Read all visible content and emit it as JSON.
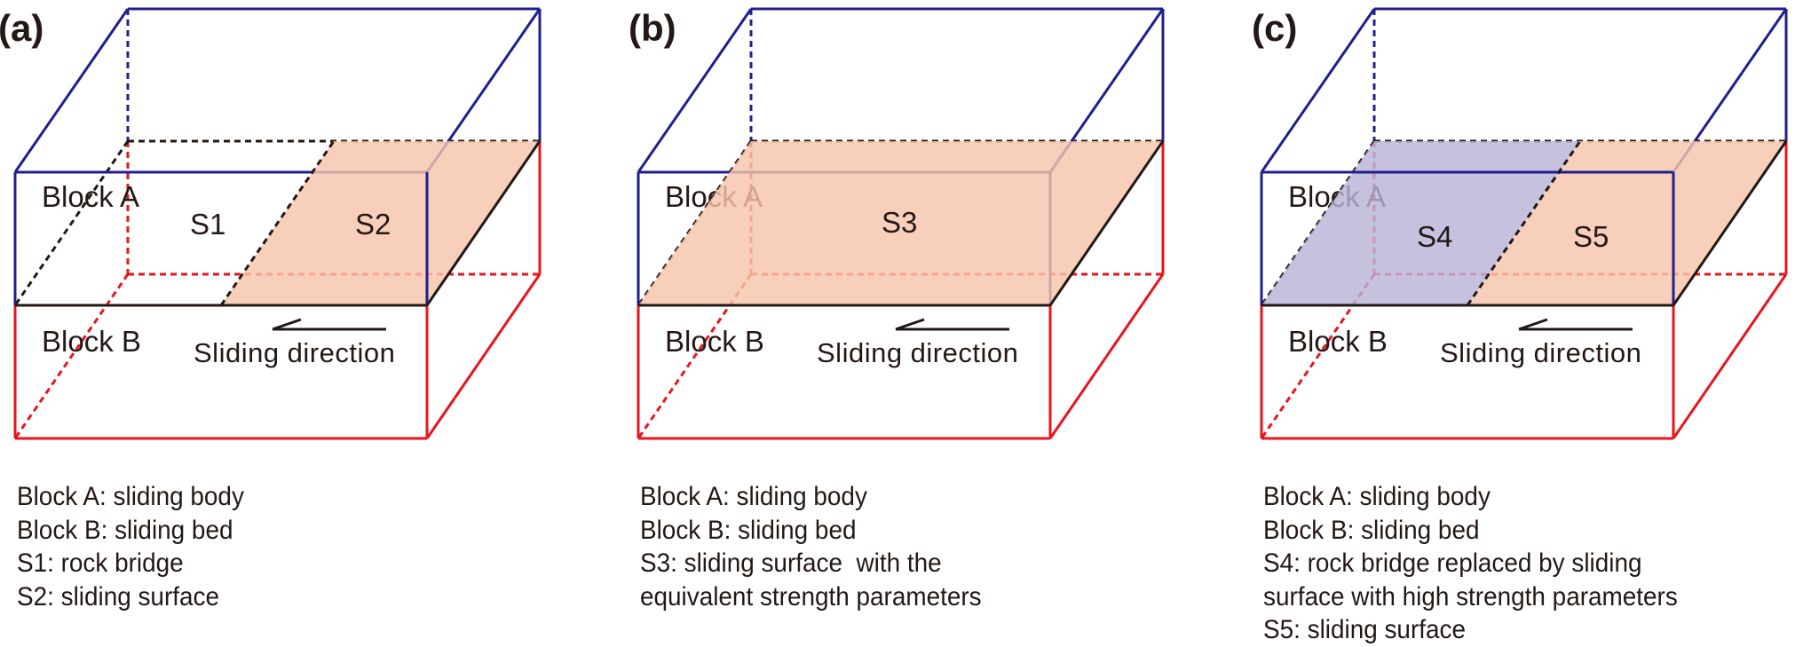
{
  "figure": {
    "colors": {
      "block_a_edge": "#1f1f8f",
      "block_b_edge": "#e8141c",
      "surface_edge": "#231815",
      "sliding_surface_fill": "#f7c4ab",
      "rock_bridge_replaced_fill": "#b8b3d8",
      "text": "#231815"
    },
    "panels": [
      {
        "id": "a",
        "label": "(a)",
        "block_a_label": "Block A",
        "block_b_label": "Block B",
        "direction_label": "Sliding direction",
        "surfaces": [
          {
            "name": "S1",
            "fill": "none",
            "from": 0.0,
            "to": 0.5
          },
          {
            "name": "S2",
            "fill": "sliding_surface_fill",
            "from": 0.5,
            "to": 1.0
          }
        ],
        "legend": [
          "Block A: sliding body",
          "Block B: sliding bed",
          "S1: rock bridge",
          "S2: sliding surface"
        ]
      },
      {
        "id": "b",
        "label": "(b)",
        "block_a_label": "Block A",
        "block_b_label": "Block B",
        "direction_label": "Sliding direction",
        "surfaces": [
          {
            "name": "S3",
            "fill": "sliding_surface_fill",
            "from": 0.0,
            "to": 1.0
          }
        ],
        "legend": [
          "Block A: sliding body",
          "Block B: sliding bed",
          "S3: sliding surface  with the",
          "equivalent strength parameters"
        ]
      },
      {
        "id": "c",
        "label": "(c)",
        "block_a_label": "Block A",
        "block_b_label": "Block B",
        "direction_label": "Sliding direction",
        "surfaces": [
          {
            "name": "S4",
            "fill": "rock_bridge_replaced_fill",
            "from": 0.0,
            "to": 0.5
          },
          {
            "name": "S5",
            "fill": "sliding_surface_fill",
            "from": 0.5,
            "to": 1.0
          }
        ],
        "legend": [
          "Block A: sliding body",
          "Block B: sliding bed",
          "S4: rock bridge replaced by sliding",
          "surface with high strength parameters",
          "S5: sliding surface"
        ]
      }
    ]
  }
}
